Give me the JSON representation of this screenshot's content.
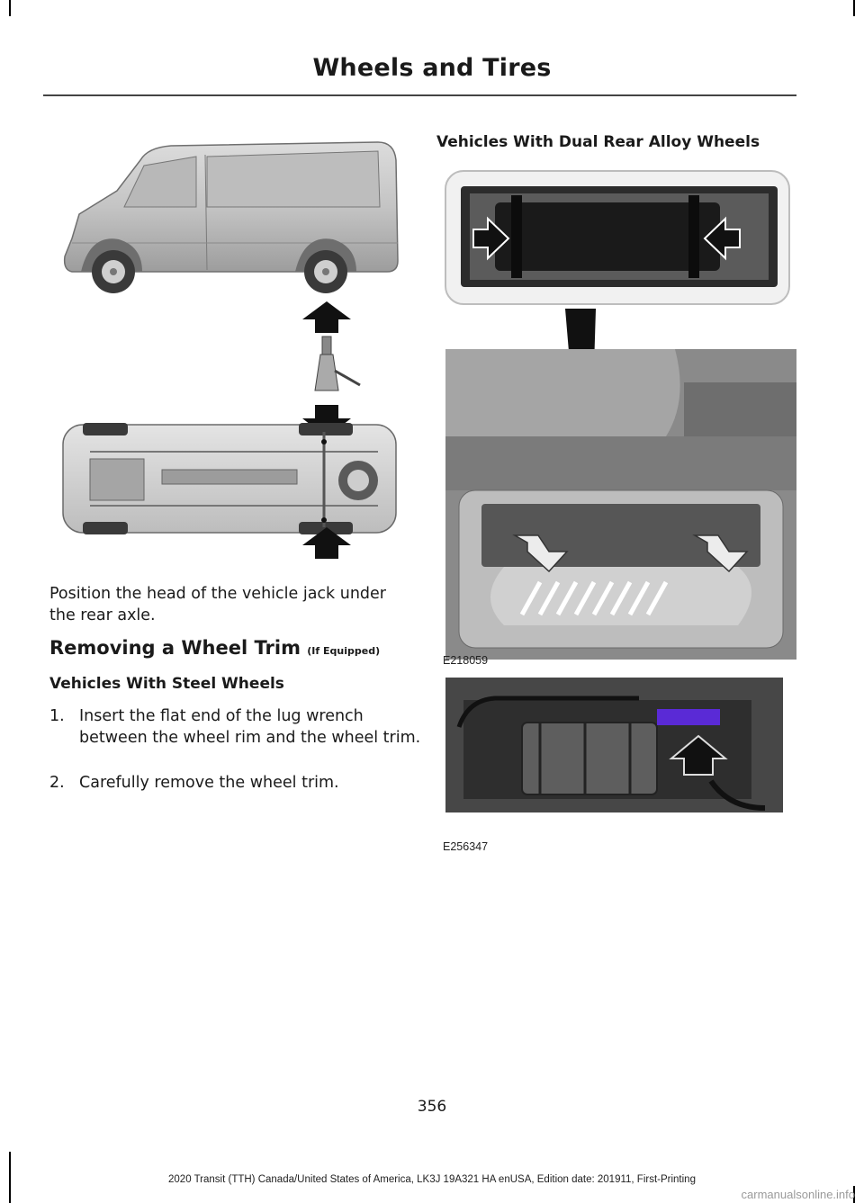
{
  "header": {
    "title": "Wheels and Tires"
  },
  "left_column": {
    "jack_caption": "Position the head of the vehicle jack under the rear axle.",
    "section_heading": "Removing a Wheel Trim",
    "section_heading_note": "(If Equipped)",
    "steel_subheading": "Vehicles With Steel Wheels",
    "steps": [
      {
        "num": "1.",
        "text": "Insert the flat end of the lug wrench between the wheel rim and the wheel trim."
      },
      {
        "num": "2.",
        "text": "Carefully remove the wheel trim."
      }
    ]
  },
  "right_column": {
    "alloy_subheading": "Vehicles With Dual Rear Alloy Wheels",
    "figure_codes": [
      "E218059",
      "E256347"
    ]
  },
  "footer": {
    "page_number": "356",
    "edition_line": "2020 Transit (TTH) Canada/United States of America, LK3J 19A321 HA enUSA, Edition date: 201911, First-Printing",
    "watermark": "carmanualsonline.info"
  }
}
